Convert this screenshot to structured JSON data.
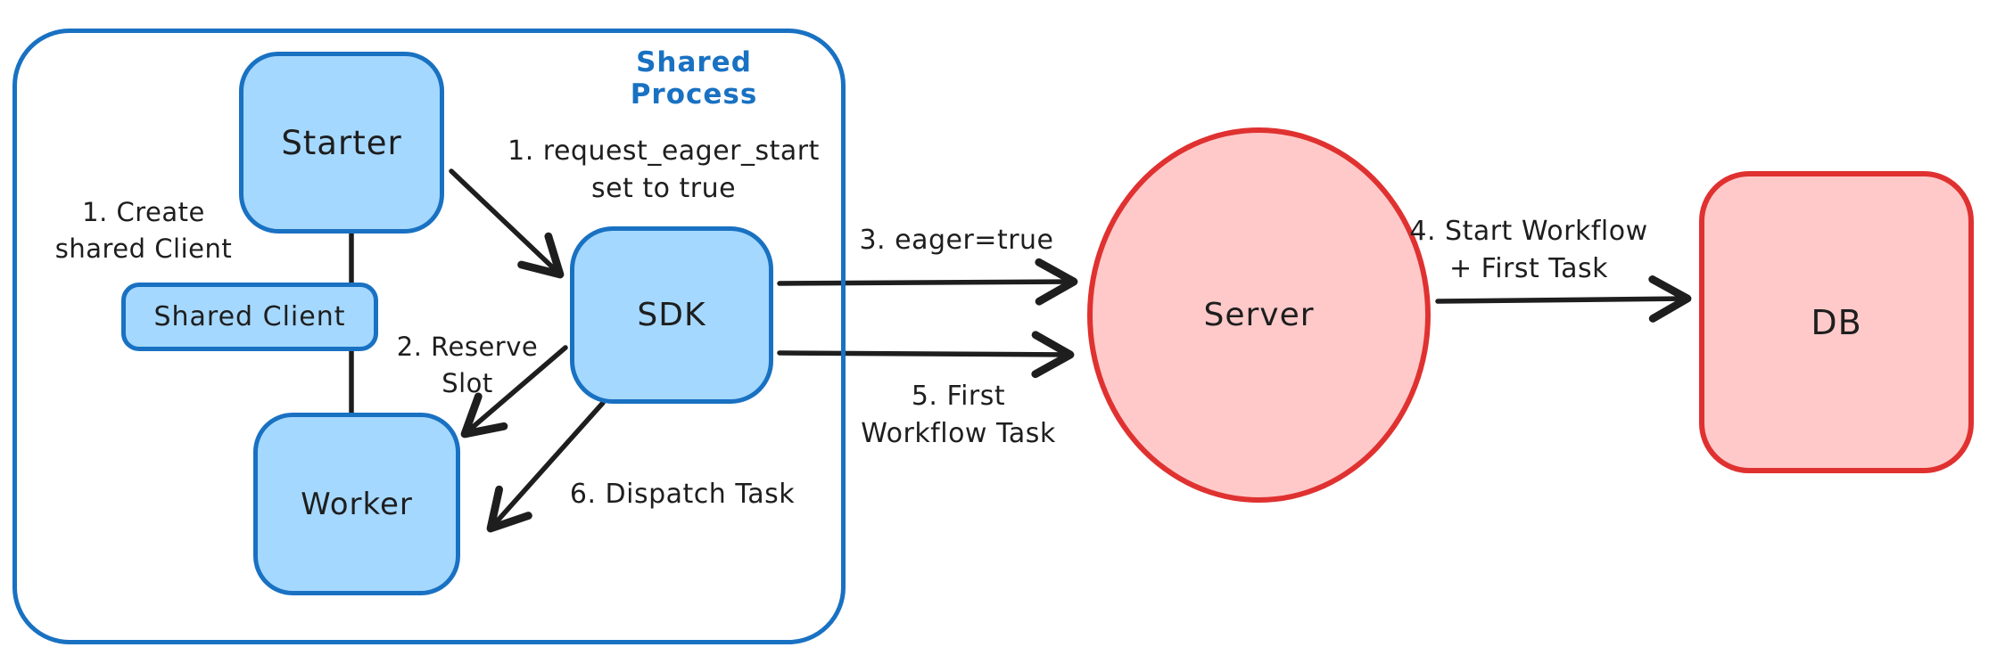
{
  "figure": {
    "background": "#ffffff",
    "ink_color": "#1e1e1e",
    "container": {
      "label": "Shared Process",
      "border_color": "#1971c2",
      "label_color": "#1971c2"
    },
    "node_styles": {
      "blue": {
        "fill": "#a5d8ff",
        "border": "#1971c2"
      },
      "red": {
        "fill": "#ffc9c9",
        "border": "#e03131"
      }
    },
    "nodes": {
      "starter": {
        "label": "Starter",
        "style": "blue",
        "shape": "rounded-rect"
      },
      "shared_client": {
        "label": "Shared Client",
        "style": "blue",
        "shape": "rounded-rect"
      },
      "worker": {
        "label": "Worker",
        "style": "blue",
        "shape": "rounded-rect"
      },
      "sdk": {
        "label": "SDK",
        "style": "blue",
        "shape": "rounded-rect"
      },
      "server": {
        "label": "Server",
        "style": "red",
        "shape": "ellipse"
      },
      "db": {
        "label": "DB",
        "style": "red",
        "shape": "rounded-rect"
      }
    },
    "annotations": {
      "create_shared_client": "1. Create\nshared Client",
      "request_eager_start": "1. request_eager_start\nset to true",
      "reserve_slot": "2. Reserve\nSlot",
      "eager_true": "3. eager=true",
      "start_workflow_first_task": "4. Start Workflow\n+ First Task",
      "first_workflow_task": "5. First\nWorkflow Task",
      "dispatch_task": "6. Dispatch Task"
    },
    "edges": [
      {
        "from": "starter",
        "to": "worker",
        "type": "line",
        "label": ""
      },
      {
        "from": "starter",
        "to": "sdk",
        "type": "arrow",
        "label": "1. request_eager_start set to true"
      },
      {
        "from": "sdk",
        "to": "worker",
        "type": "arrow",
        "label": "2. Reserve Slot"
      },
      {
        "from": "sdk",
        "to": "server",
        "type": "arrow",
        "label": "3. eager=true"
      },
      {
        "from": "server",
        "to": "db",
        "type": "arrow",
        "label": "4. Start Workflow + First Task"
      },
      {
        "from": "sdk",
        "to": "server",
        "type": "arrow",
        "label": "5. First Workflow Task"
      },
      {
        "from": "sdk",
        "to": "worker",
        "type": "arrow",
        "label": "6. Dispatch Task"
      }
    ]
  }
}
